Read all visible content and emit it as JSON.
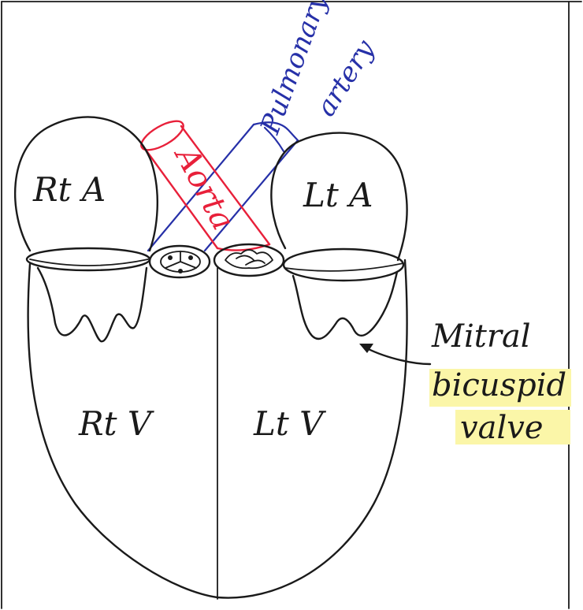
{
  "labels": {
    "rt_atrium": "Rt A",
    "lt_atrium": "Lt A",
    "rt_ventricle": "Rt V",
    "lt_ventricle": "Lt V",
    "aorta": "Aorta",
    "pulmonary_line1": "Pulmonary",
    "pulmonary_line2": "artery",
    "mitral_line1": "Mitral",
    "mitral_line2": "bicuspid",
    "mitral_line3": "valve"
  },
  "colors": {
    "ink": "#1a1a1a",
    "aorta": "#e8203a",
    "pulmonary": "#2630a8",
    "highlight": "#fbf6a8"
  }
}
